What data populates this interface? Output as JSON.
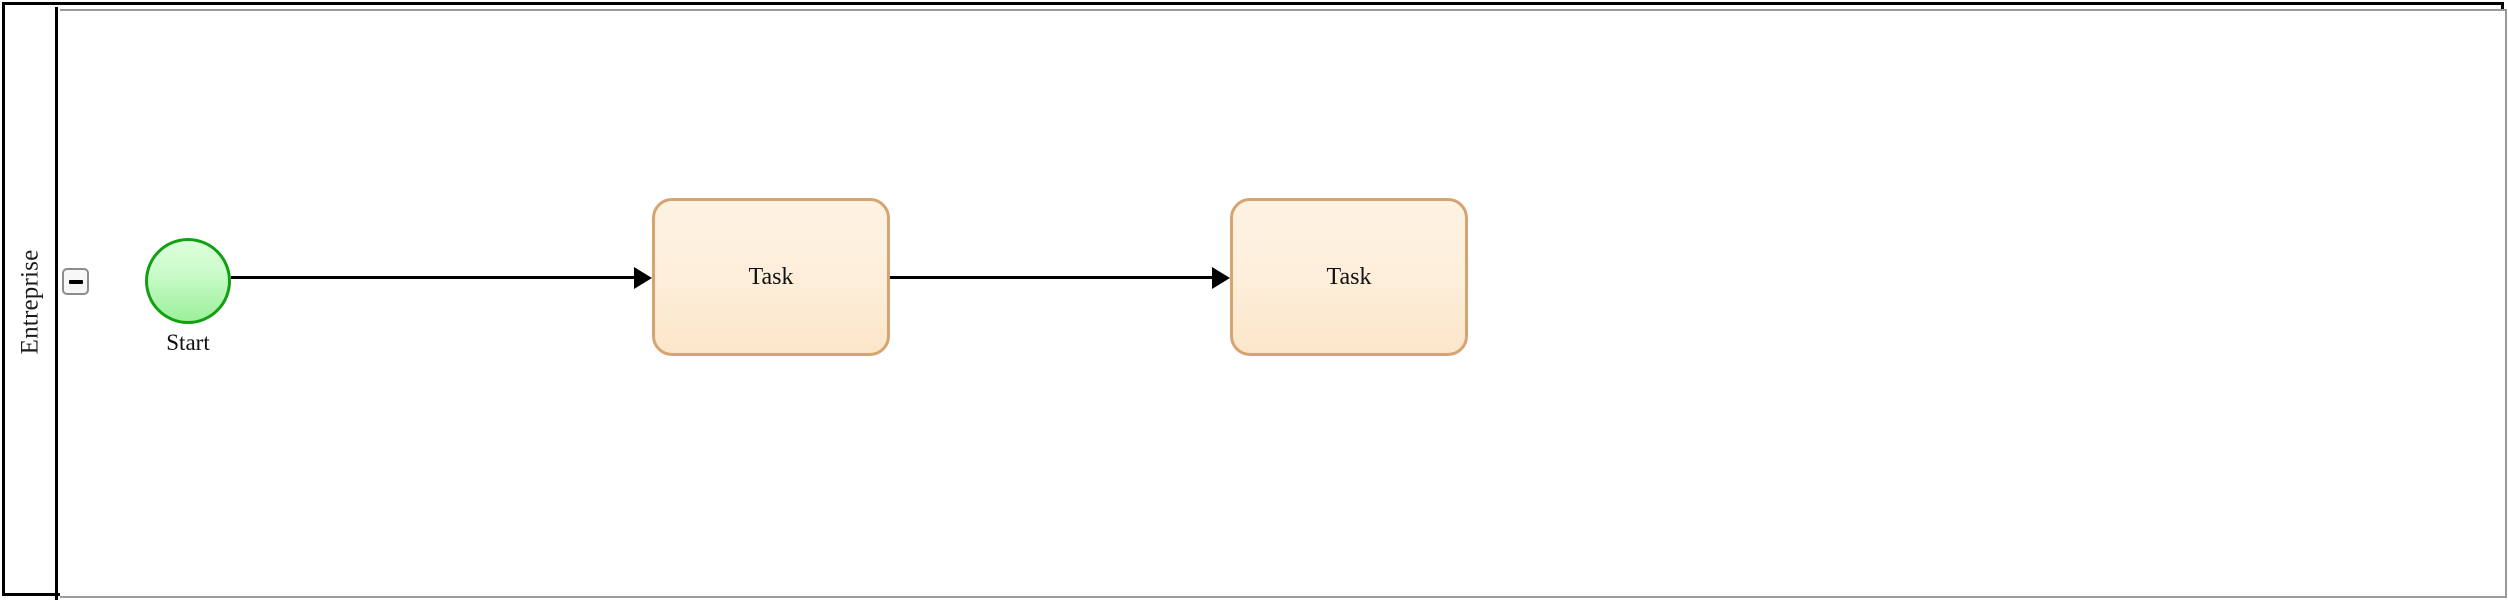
{
  "diagram": {
    "type": "bpmn-process",
    "pool": {
      "lane_label": "Entreprise",
      "collapse_control": {
        "name": "minus-icon",
        "glyph": "−",
        "state": "expanded"
      }
    },
    "nodes": [
      {
        "id": "start-event",
        "kind": "start-event",
        "label": "Start",
        "shape": "circle",
        "fill": "#cdfccd",
        "stroke": "#12a012"
      },
      {
        "id": "task-1",
        "kind": "task",
        "label": "Task",
        "shape": "rounded-rect",
        "fill": "#fdeeda",
        "stroke": "#d6a471"
      },
      {
        "id": "task-2",
        "kind": "task",
        "label": "Task",
        "shape": "rounded-rect",
        "fill": "#fdeeda",
        "stroke": "#d6a471"
      }
    ],
    "flows": [
      {
        "id": "flow-1",
        "from": "start-event",
        "to": "task-1",
        "label": ""
      },
      {
        "id": "flow-2",
        "from": "task-1",
        "to": "task-2",
        "label": ""
      }
    ],
    "colors": {
      "pool_border": "#000000",
      "lane_border": "#9a9a9a",
      "flow": "#000000",
      "canvas": "#ffffff"
    }
  }
}
